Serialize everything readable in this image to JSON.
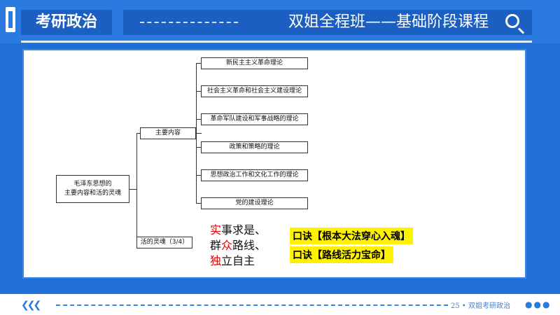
{
  "header": {
    "tag": "考研政治",
    "title": "双姐全程班——基础阶段课程"
  },
  "mindmap": {
    "root": "毛泽东思想的\n主要内容和活的灵魂",
    "branch1": "主要内容",
    "branch2": "活的灵魂（3/4）",
    "items": [
      "新民主主义革命理论",
      "社会主义革命和社会主义建设理论",
      "革命军队建设和军事战略的理论",
      "政策和策略的理论",
      "思想政治工作和文化工作的理论",
      "党的建设理论"
    ]
  },
  "soul": {
    "line1_red": "实",
    "line1_rest": "事求是、",
    "line2_pre": "群",
    "line2_red": "众",
    "line2_rest": "路线、",
    "line3_red": "独",
    "line3_rest": "立自主",
    "mnemonic1": "口诀【根本大法穿心入魂】",
    "mnemonic2": "口诀【路线活力宝命】"
  },
  "footer": {
    "page": "25 • 双姐考研政治"
  },
  "colors": {
    "bg": "#1f6fd6",
    "banner": "#1b5fc2",
    "highlight": "#fff200",
    "red": "#e00000"
  }
}
